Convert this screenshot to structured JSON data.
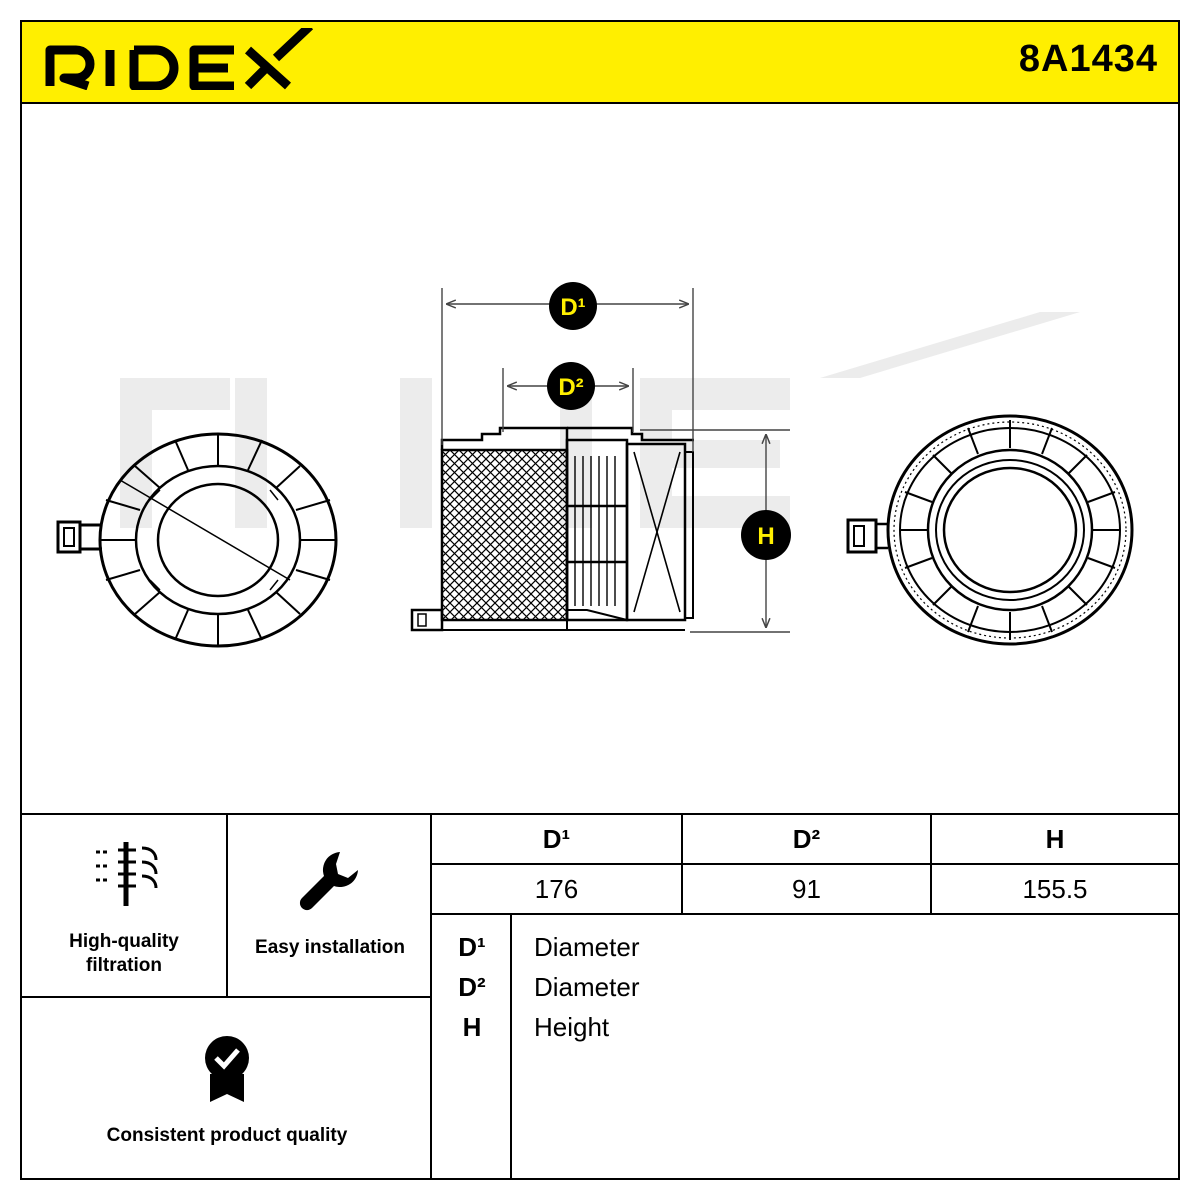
{
  "header": {
    "brand": "RIDEX",
    "part_number": "8A1434",
    "brand_color": "#FFEF00"
  },
  "drawing": {
    "dimension_callouts": [
      "D¹",
      "D²",
      "H"
    ]
  },
  "features": [
    {
      "icon": "filtration-icon",
      "label_lines": [
        "High-quality",
        "filtration"
      ]
    },
    {
      "icon": "wrench-icon",
      "label_lines": [
        "Easy installation"
      ]
    },
    {
      "icon": "quality-badge-icon",
      "label_lines": [
        "Consistent product quality"
      ]
    }
  ],
  "dimensions_table": {
    "headers": [
      "D¹",
      "D²",
      "H"
    ],
    "values": [
      "176",
      "91",
      "155.5"
    ]
  },
  "legend": [
    {
      "symbol": "D¹",
      "description": "Diameter"
    },
    {
      "symbol": "D²",
      "description": "Diameter"
    },
    {
      "symbol": "H",
      "description": "Height"
    }
  ]
}
